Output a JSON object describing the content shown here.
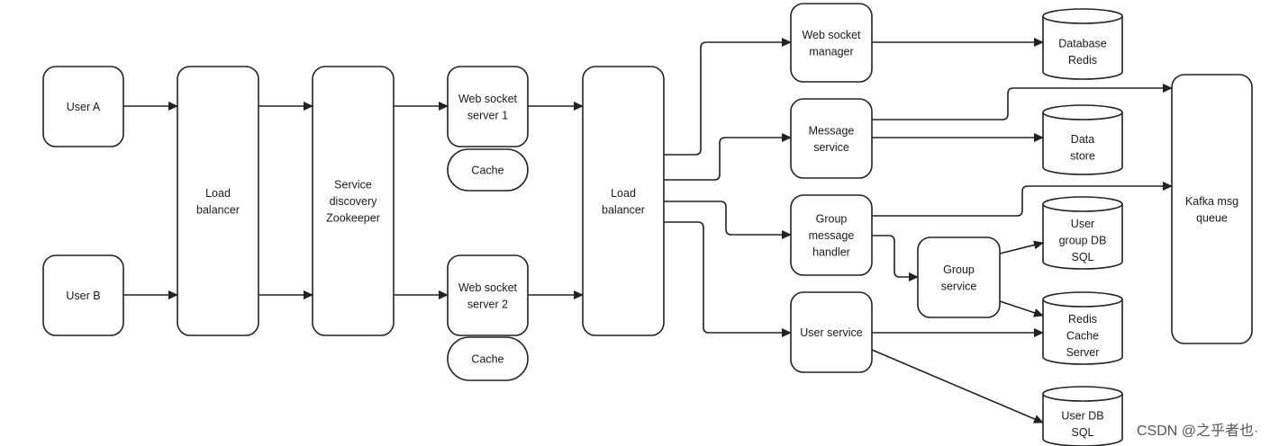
{
  "nodes": {
    "user_a": [
      "User A"
    ],
    "user_b": [
      "User B"
    ],
    "lb1": [
      "Load",
      "balancer"
    ],
    "sd": [
      "Service",
      "discovery",
      "Zookeeper"
    ],
    "ws1": [
      "Web socket",
      "server 1"
    ],
    "cache1": [
      "Cache"
    ],
    "ws2": [
      "Web socket",
      "server 2"
    ],
    "cache2": [
      "Cache"
    ],
    "lb2": [
      "Load",
      "balancer"
    ],
    "wsm": [
      "Web socket",
      "manager"
    ],
    "msg": [
      "Message",
      "service"
    ],
    "gmh": [
      "Group",
      "message",
      "handler"
    ],
    "us": [
      "User service"
    ],
    "gs": [
      "Group",
      "service"
    ],
    "db_redis": [
      "Database",
      "Redis"
    ],
    "data_store": [
      "Data",
      "store"
    ],
    "ug_db": [
      "User",
      "group DB",
      "SQL"
    ],
    "redis_cache": [
      "Redis",
      "Cache",
      "Server"
    ],
    "user_db": [
      "User DB",
      "SQL"
    ],
    "kafka": [
      "Kafka msg",
      "queue"
    ]
  },
  "watermark": "CSDN @之乎者也·"
}
